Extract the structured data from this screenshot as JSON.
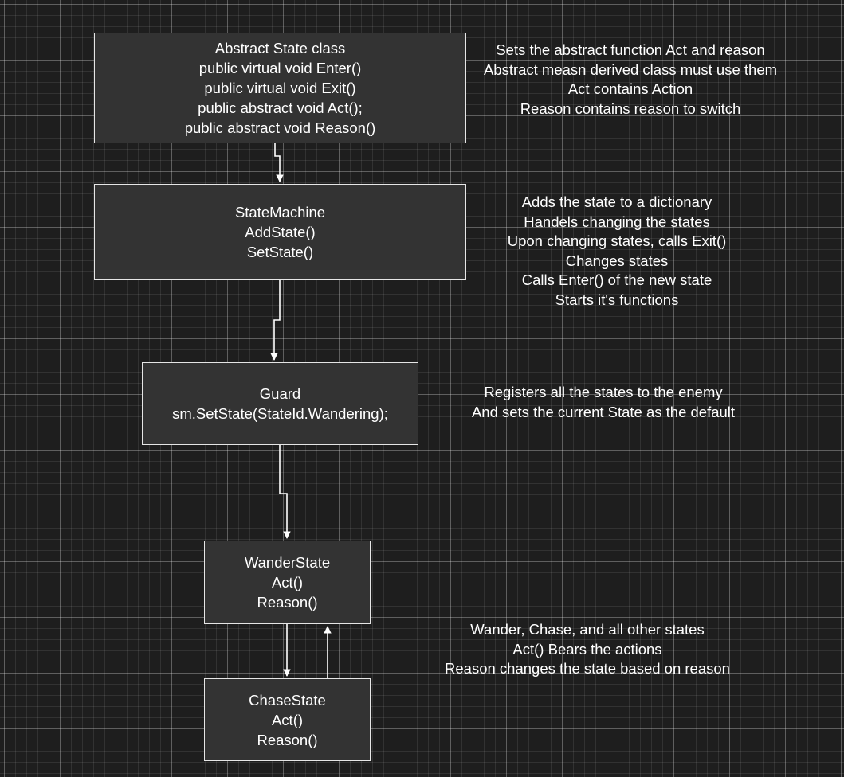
{
  "colors": {
    "background": "#1e1e1e",
    "node_fill": "#333333",
    "node_stroke": "#e6e6e6",
    "text": "#ffffff",
    "edge": "#ffffff"
  },
  "nodes": {
    "abstract_state": {
      "lines": [
        "Abstract State class",
        "public virtual void Enter()",
        "public virtual void Exit()",
        "public abstract void Act();",
        "public abstract void Reason()"
      ]
    },
    "state_machine": {
      "lines": [
        "StateMachine",
        "AddState()",
        "SetState()"
      ]
    },
    "guard": {
      "lines": [
        "Guard",
        "sm.SetState(StateId.Wandering);"
      ]
    },
    "wander_state": {
      "lines": [
        "WanderState",
        "Act()",
        "Reason()"
      ]
    },
    "chase_state": {
      "lines": [
        "ChaseState",
        "Act()",
        "Reason()"
      ]
    }
  },
  "notes": {
    "abstract_state": {
      "lines": [
        "Sets the abstract function Act and reason",
        "Abstract measn derived class must use them",
        "Act contains Action",
        "Reason contains reason to switch"
      ]
    },
    "state_machine": {
      "lines": [
        "Adds the state to a dictionary",
        "Handels changing the states",
        "Upon changing states, calls Exit()",
        "Changes states",
        "Calls Enter() of the new state",
        "Starts it's functions"
      ]
    },
    "guard": {
      "lines": [
        "Registers all the states to the enemy",
        "And sets the current State as the default"
      ]
    },
    "states": {
      "lines": [
        "Wander, Chase, and all other states",
        "Act() Bears the actions",
        "Reason changes the state based on reason"
      ]
    }
  },
  "edges": [
    {
      "from": "abstract_state",
      "to": "state_machine"
    },
    {
      "from": "state_machine",
      "to": "guard"
    },
    {
      "from": "guard",
      "to": "wander_state"
    },
    {
      "from": "wander_state",
      "to": "chase_state"
    },
    {
      "from": "chase_state",
      "to": "wander_state"
    }
  ]
}
